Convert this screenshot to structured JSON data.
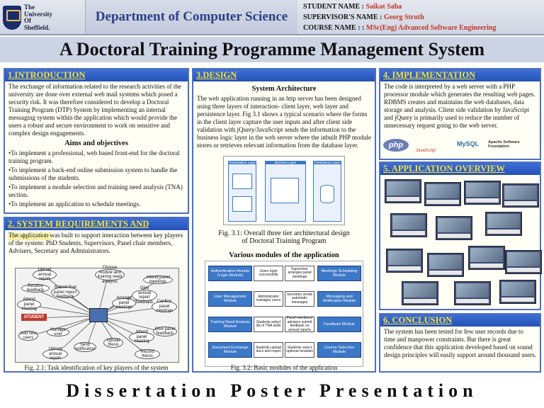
{
  "header": {
    "university": "The\nUniversity\nOf\nSheffield.",
    "department": "Department of Computer Science",
    "student_label": "STUDENT NAME :",
    "student_value": "Saikat Saha",
    "supervisor_label": "SUPERVISOR'S NAME :",
    "supervisor_value": "Georg Struth",
    "course_label": "COURSE NAME : :",
    "course_value": "MSc(Eng) Advanced Software Engineering"
  },
  "title": "A Doctoral Training Programme Management System",
  "intro": {
    "heading": "1.INTRODUCTION",
    "para": "The exchange of information related to the research activities of the university are done over external web mail systems which posed a security risk. It was therefore considered to develop a Doctoral Training Program (DTP) System by implementing an internal messaging system within the application which would provide the users a robust and secure environment to work on sensitive and complex design engagements.",
    "aims_heading": "Aims and objectives",
    "aims": [
      "•To implement a professional, web based front-end for the doctoral training program.",
      "•To implement a back-end online submission system to handle the submissions of the students.",
      "•To implement a module selection and training need analysis (TNA) section.",
      "•To implement an application to schedule meetings."
    ]
  },
  "req": {
    "heading": "2. SYSTEM REQUIREMENTS AND ANALYSIS",
    "para": "The application was built to support interaction between key players of the system: PhD Students, Supervisors, Panel chair members, Advisers, Secretary and Administrators.",
    "nodes": [
      "Upload annual report",
      "Choose module and training need analysis",
      "Receive feedback",
      "Submit final panel report feedback",
      "Attend panel meetings",
      "Give annual report feedback",
      "Attend panel meeting",
      "Arrange panel meetings",
      "Confirm panel meetings",
      "STUDENT",
      "Add new users",
      "Manage user",
      "Send notification",
      "Upload thesis",
      "Attend panel meeting",
      "Give panel feedback",
      "Record thesis",
      "Upload annual report"
    ],
    "caption": "Fig. 2.1: Task identification of key players of the system"
  },
  "design": {
    "heading": "3.DESIGN",
    "sub": "System Architecture",
    "para": "The web application running in an http server has been designed using three layers of interaction- client layer, web layer and persistence layer. Fig 3.1 shows a typical scenario where the forms in the client layer capture the user inputs and after client side validation with jQuery/JavaScript sends the information to the business logic layer in the web server where the inbuilt PHP module stores or retrieves relevant information from the database layer.",
    "arch_labels": [
      "Presentation Layer",
      "Business Layer",
      "Persistence Layer"
    ],
    "caption": "Fig. 3.1: Overall three tier architectural design of Doctoral Training Program",
    "modules_heading": "Various modules of the application",
    "left_modules": [
      "Authentication Module (Login Module)",
      "User Management Module",
      "Training Need Analysis Module",
      "Document Exchange Module"
    ],
    "right_modules": [
      "Meetings Scheduling Module",
      "Messaging and Notification Module",
      "Feedback Module",
      "Course Selection Module"
    ],
    "mid_a": [
      "Users login successfully",
      "Administrator manages users",
      "Students select list of TNA skills",
      "Students upload docs and report"
    ],
    "mid_b": [
      "Supervisor arranges panel meetings",
      "Secretary sends automatic messages",
      "Panel members/ advisers submit feedback on annual reports",
      "Students select optional modules"
    ],
    "caption2": "Fig. 3.2: Basic modules of the application"
  },
  "impl": {
    "heading": "4. IMPLEMENTATION",
    "para": "The code is interpreted by a web server with a PHP processor module which generates the resulting web pages. RDBMS creates and maintains the web databases, data storage and analysis. Client side validation by JavaScript and jQuery is primarily used to reduce the number of unnecessary request going to the web server.",
    "logos": [
      "php",
      "JavaScript",
      "MySQL",
      "Apache Software Foundation"
    ]
  },
  "overview": {
    "heading": "5. APPLICATION OVERVIEW"
  },
  "concl": {
    "heading": "6. CONCLUSION",
    "para": "The system has been tested for few user records due to time and manpower constraints. But there is great confidence that this application developed based on sound design principles will easily support around thousand users."
  },
  "footer": "Dissertation Poster Presentation",
  "colors": {
    "panel_header": "#2551b5",
    "header_text": "#f4e03a",
    "dept": "#2a3f86",
    "accent": "#c0392b"
  }
}
